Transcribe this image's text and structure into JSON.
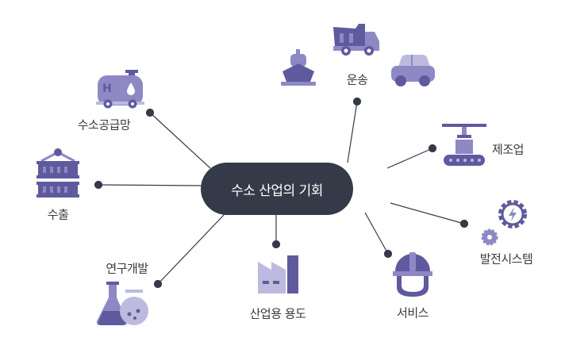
{
  "center": {
    "title": "수소 산업의 기회"
  },
  "nodes": [
    {
      "id": "transport",
      "label": "운송",
      "icons": [
        "ship-icon",
        "dump-truck-icon",
        "car-icon"
      ]
    },
    {
      "id": "manufacturing",
      "label": "제조업",
      "icons": [
        "conveyor-robot-icon"
      ]
    },
    {
      "id": "power",
      "label": "발전시스템",
      "icons": [
        "gear-power-icon"
      ]
    },
    {
      "id": "service",
      "label": "서비스",
      "icons": [
        "hard-hat-icon"
      ]
    },
    {
      "id": "industrial",
      "label": "산업용 용도",
      "icons": [
        "factory-icon"
      ]
    },
    {
      "id": "rnd",
      "label": "연구개발",
      "icons": [
        "flask-icon"
      ]
    },
    {
      "id": "export",
      "label": "수출",
      "icons": [
        "container-crane-icon"
      ]
    },
    {
      "id": "supply",
      "label": "수소공급망",
      "icons": [
        "hydrogen-tanker-icon"
      ]
    }
  ],
  "colors": {
    "center": "#343a48",
    "line": "#343a48",
    "icon_dark": "#5f5a9e",
    "icon_mid": "#8e89c5",
    "icon_light": "#bdbae0"
  }
}
